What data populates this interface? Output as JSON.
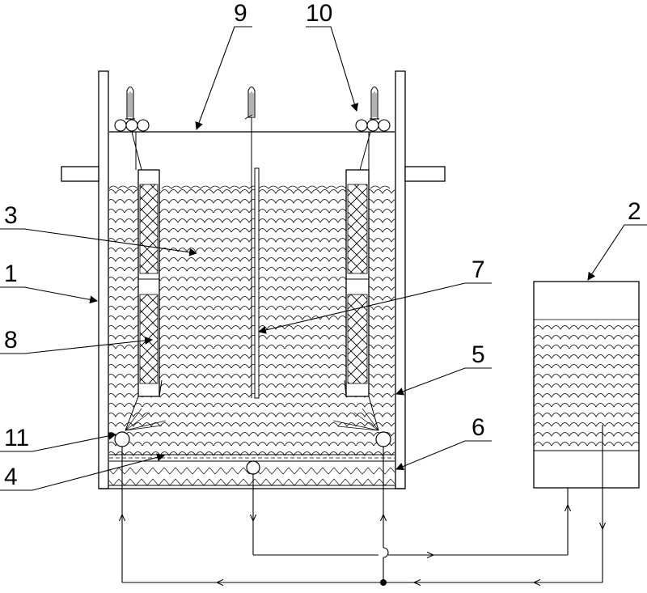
{
  "labels": {
    "l1": "1",
    "l2": "2",
    "l3": "3",
    "l4": "4",
    "l5": "5",
    "l6": "6",
    "l7": "7",
    "l8": "8",
    "l9": "9",
    "l10": "10",
    "l11": "11"
  },
  "colors": {
    "stroke": "#000000",
    "fill_white": "#ffffff"
  }
}
